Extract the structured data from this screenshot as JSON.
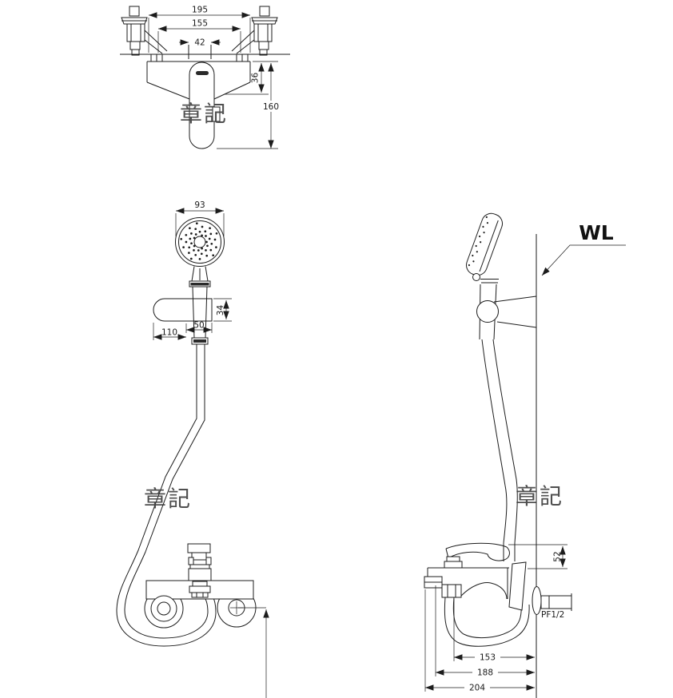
{
  "dimensions": {
    "top_view": {
      "overall_width": "195",
      "inner_width": "155",
      "center_spacing": "42",
      "body_depth": "36",
      "overall_depth": "160"
    },
    "front_view": {
      "head_diameter": "93",
      "holder_height": "34",
      "holder_offset": "50",
      "holder_width": "110"
    },
    "side_view": {
      "handle_rise": "52",
      "reach_inner": "153",
      "reach_mid": "188",
      "reach_outer": "204"
    }
  },
  "labels": {
    "wall_line": "WL",
    "thread_size": "PF1/2"
  },
  "watermark": {
    "text": "章記"
  },
  "colors": {
    "background": "#ffffff",
    "line": "#1c1c1c",
    "watermark": "#3d3d3d"
  }
}
